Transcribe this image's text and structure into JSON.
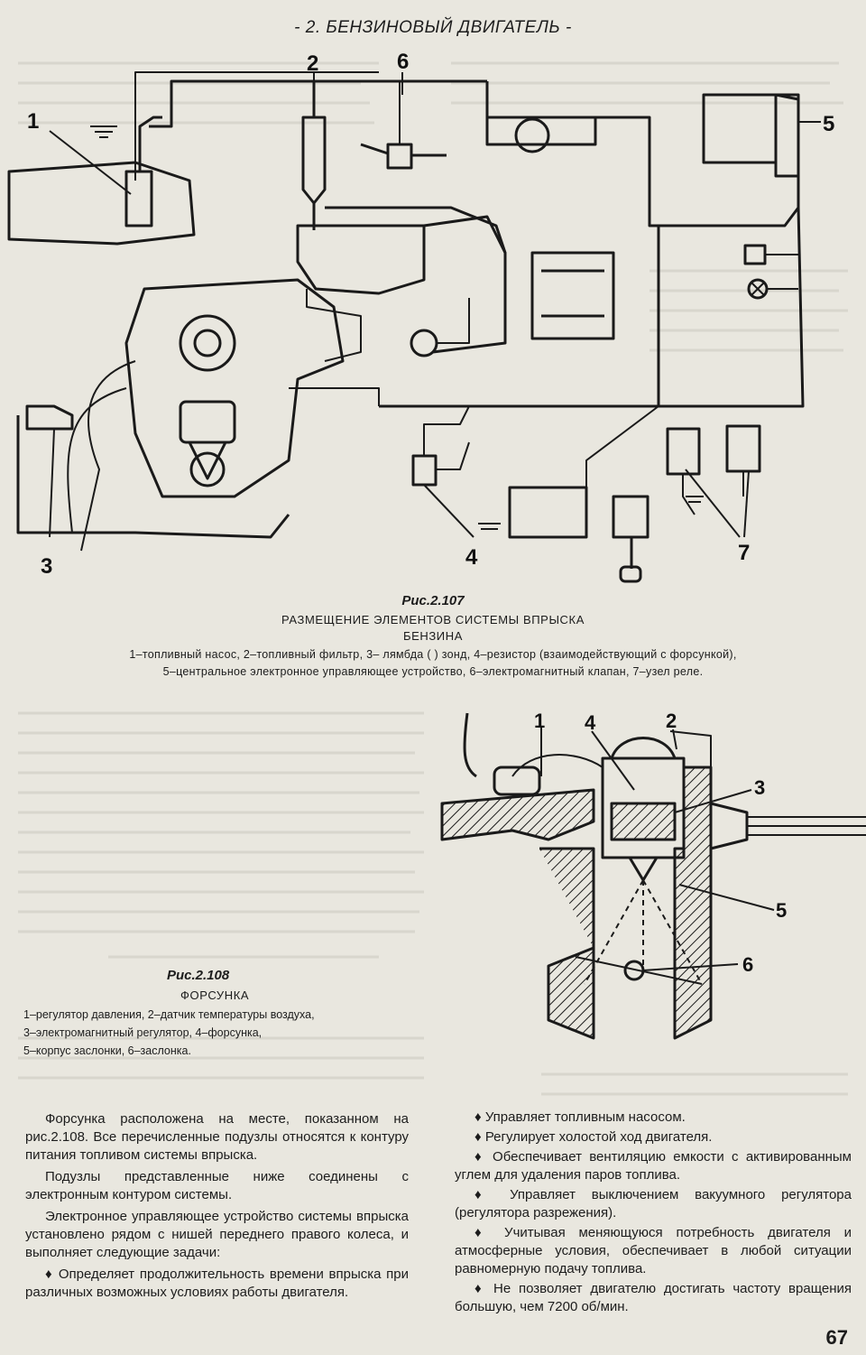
{
  "header": "- 2. БЕНЗИНОВЫЙ ДВИГАТЕЛЬ -",
  "figure107": {
    "number": "Рис.2.107",
    "title_line1": "РАЗМЕЩЕНИЕ ЭЛЕМЕНТОВ СИСТЕМЫ ВПРЫСКА",
    "title_line2": "БЕНЗИНА",
    "legend_line1": "1–топливный насос, 2–топливный фильтр, 3– лямбда ( ) зонд, 4–резистор (взаимодействующий с форсункой),",
    "legend_line2": "5–центральное электронное управляющее устройство, 6–электромагнитный клапан, 7–узел реле.",
    "callouts": [
      "1",
      "2",
      "3",
      "4",
      "5",
      "6",
      "7"
    ]
  },
  "figure108": {
    "number": "Рис.2.108",
    "title": "ФОРСУНКА",
    "legend_line1": "1–регулятор давления, 2–датчик температуры воздуха,",
    "legend_line2": "3–электромагнитный регулятор, 4–форсунка,",
    "legend_line3": "5–корпус заслонки, 6–заслонка.",
    "callouts": [
      "1",
      "4",
      "2",
      "3",
      "5",
      "6"
    ]
  },
  "left_column": {
    "p1": "Форсунка расположена на месте, показанном на рис.2.108. Все перечисленные подузлы относятся к контуру питания топливом системы впрыска.",
    "p2": "Подузлы представленные ниже соединены с электронным контуром системы.",
    "p3": "Электронное управляющее устройство системы впрыска установлено рядом с нишей переднего правого колеса, и выполняет следующие задачи:",
    "b1": "♦ Определяет продолжительность времени впрыска при различных возможных условиях работы двигателя."
  },
  "right_column": {
    "b1": "♦ Управляет топливным насосом.",
    "b2": "♦ Регулирует холостой ход двигателя.",
    "b3": "♦ Обеспечивает вентиляцию емкости с активированным углем для удаления паров топлива.",
    "b4": "♦ Управляет выключением вакуумного регулятора (регулятора разрежения).",
    "b5": "♦ Учитывая меняющуюся потребность двигателя и атмосферные условия, обеспечивает в любой ситуации равномерную подачу топлива.",
    "b6": "♦ Не позволяет двигателю достигать частоту вращения большую, чем 7200 об/мин."
  },
  "page_number": "67",
  "colors": {
    "paper": "#e9e7df",
    "ink": "#1c1c1c",
    "ghost": "#c9c6bd"
  }
}
